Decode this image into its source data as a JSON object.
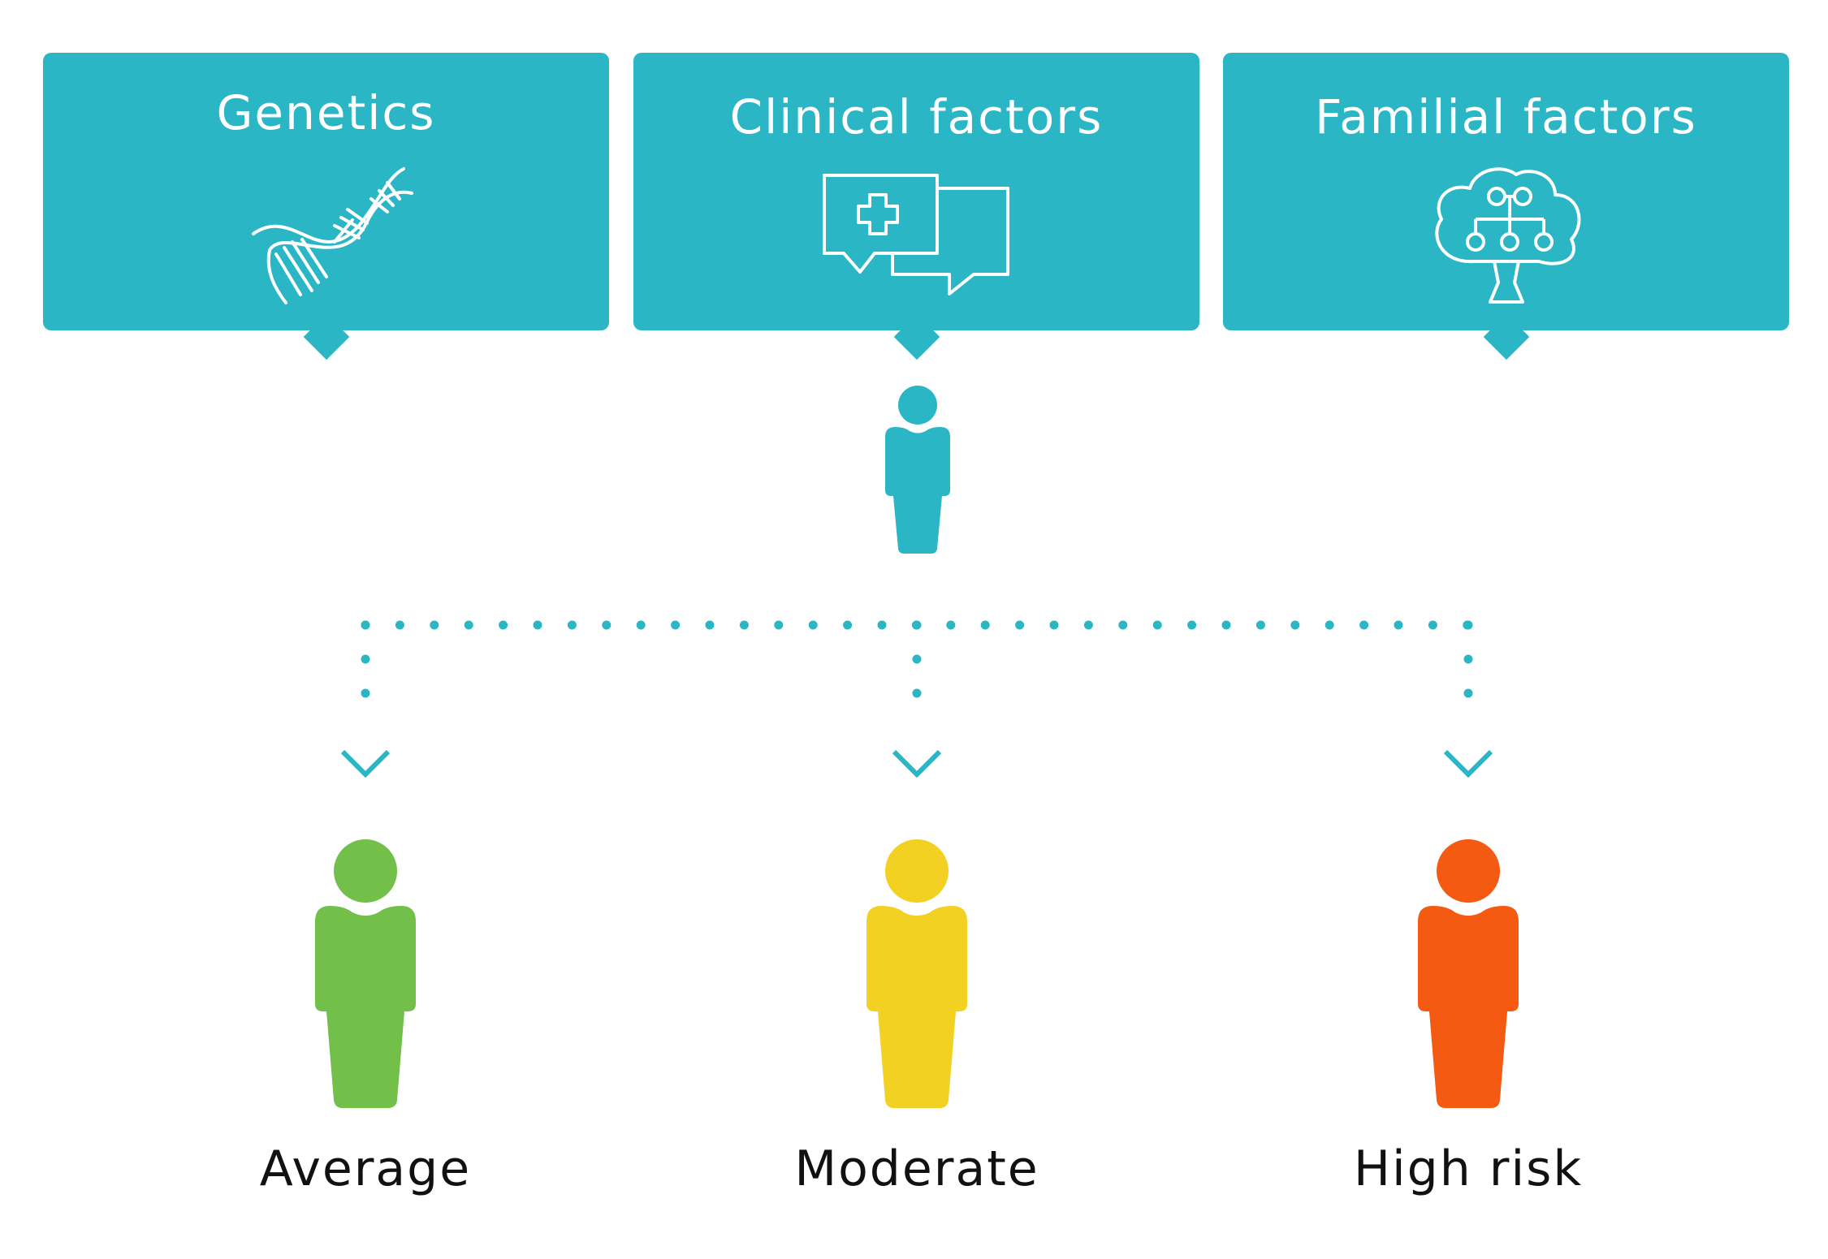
{
  "factors": [
    {
      "title": "Genetics",
      "icon": "dna-icon"
    },
    {
      "title": "Clinical factors",
      "icon": "medical-chat-icon"
    },
    {
      "title": "Familial factors",
      "icon": "family-tree-icon"
    }
  ],
  "outcomes": [
    {
      "label": "Average",
      "color": "#72bf4a"
    },
    {
      "label": "Moderate",
      "color": "#f3d122"
    },
    {
      "label": "High risk",
      "color": "#f45a12"
    }
  ],
  "colors": {
    "accent": "#2bb6c6",
    "text": "#111111"
  }
}
